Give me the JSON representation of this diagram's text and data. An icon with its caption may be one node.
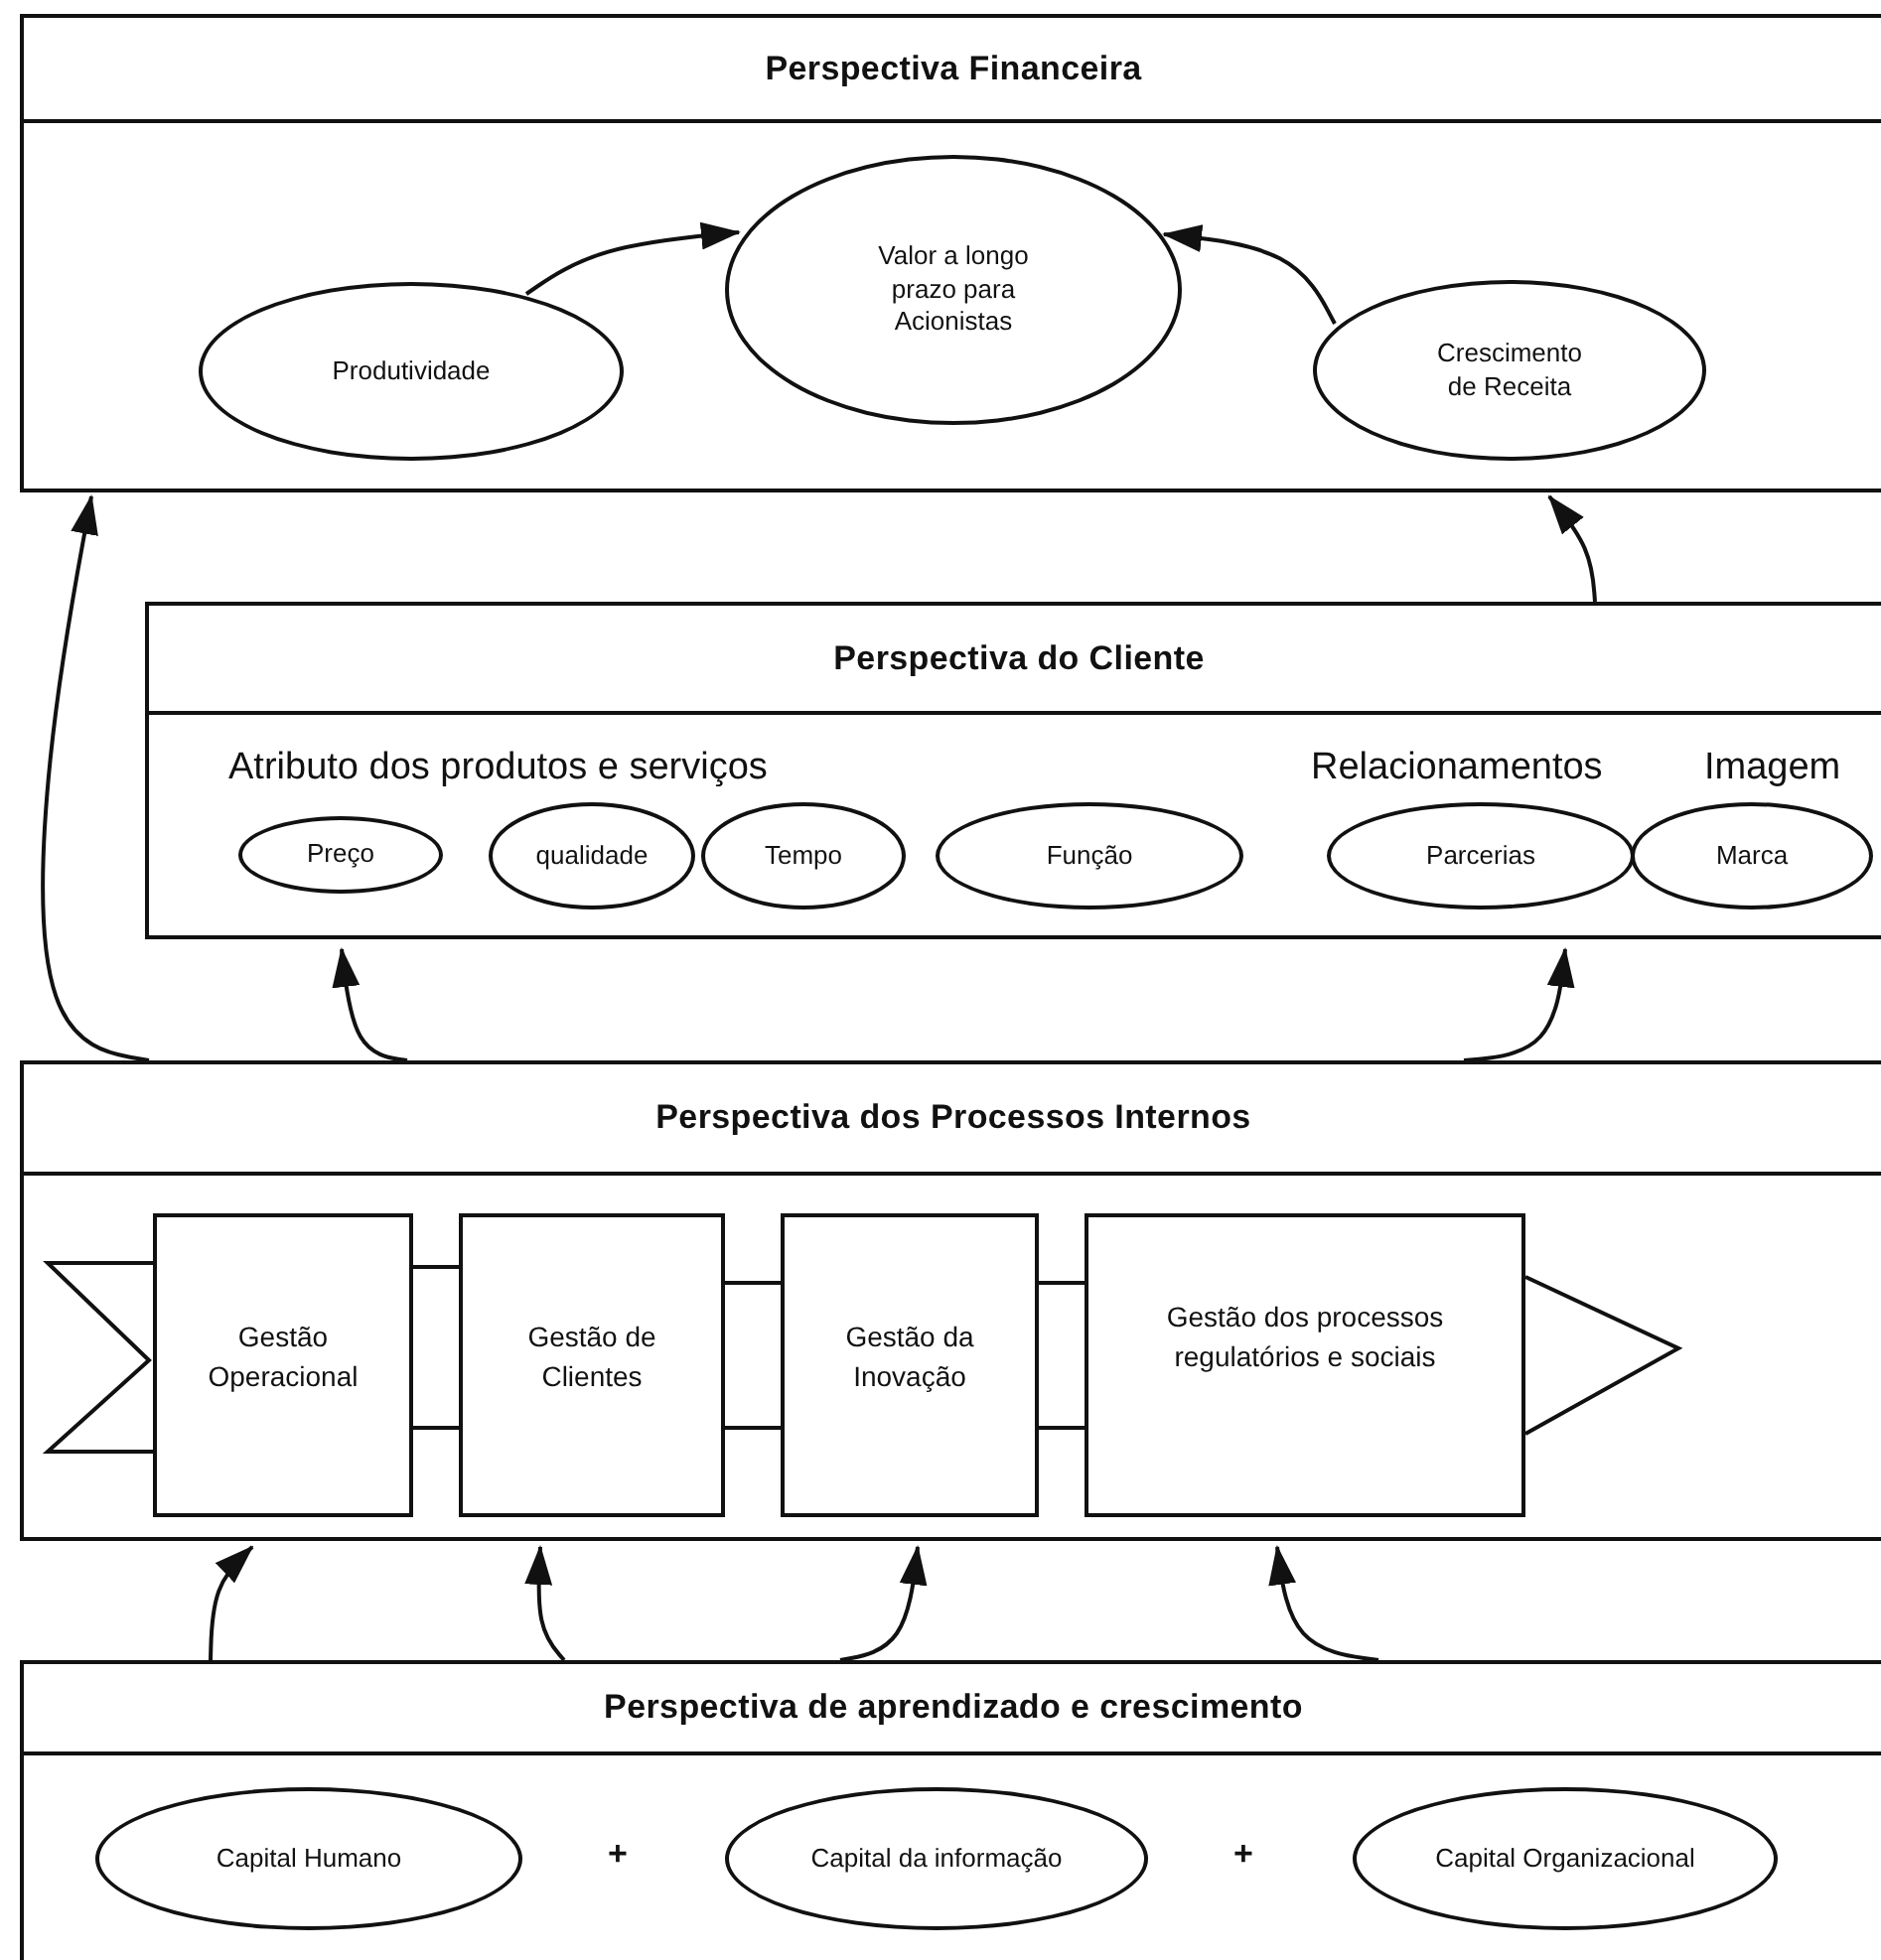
{
  "diagram": {
    "nodes": [
      {
        "text": [
          "Perspectiva Financeira"
        ]
      },
      {
        "text": [
          "Produtividade"
        ],
        "in": 0
      },
      {
        "text": [
          "Valor a longo prazo para Acionistas"
        ],
        "in": 0
      },
      {
        "text": [
          "Crescimento de Receita"
        ],
        "in": 0
      },
      {
        "text": [
          "Perspectiva do Cliente"
        ]
      },
      {
        "text": [
          "Preço"
        ],
        "in": 4
      },
      {
        "text": [
          "qualidade"
        ],
        "in": 4
      },
      {
        "text": [
          "Tempo"
        ],
        "in": 4
      },
      {
        "text": [
          "Função"
        ],
        "in": 4
      },
      {
        "text": [
          "Parcerias"
        ],
        "in": 4
      },
      {
        "text": [
          "Marca"
        ],
        "in": 4
      },
      {
        "text": [
          "Perspectiva dos Processos Internos"
        ]
      },
      {
        "text": [
          "Gestão Operacional"
        ],
        "in": 11
      },
      {
        "text": [
          "Gestão de Clientes"
        ],
        "in": 11
      },
      {
        "text": [
          "Gestão da Inovação"
        ],
        "in": 11
      },
      {
        "text": [
          "Gestão dos processos regulatórios e sociais"
        ],
        "in": 11
      },
      {
        "text": [
          "Perspectiva de aprendizado e crescimento"
        ]
      },
      {
        "text": [
          "Capital Humano"
        ],
        "in": 16
      },
      {
        "text": [
          "Capital da informação"
        ],
        "in": 16
      },
      {
        "text": [
          "Capital Organizacional"
        ],
        "in": 16
      }
    ],
    "edges": [
      {
        "from": 1,
        "to": 2,
        "arrow": "to"
      },
      {
        "from": 3,
        "to": 2,
        "arrow": "to"
      },
      {
        "from": 11,
        "to": 0,
        "arrow": "to"
      },
      {
        "from": 4,
        "to": 0,
        "arrow": "to"
      },
      {
        "from": 11,
        "to": 4,
        "arrow": "to"
      },
      {
        "from": 11,
        "to": 4,
        "arrow": "to"
      },
      {
        "from": 12,
        "to": 13,
        "arrow": "none"
      },
      {
        "from": 12,
        "to": 13,
        "arrow": "none"
      },
      {
        "from": 13,
        "to": 14,
        "arrow": "none"
      },
      {
        "from": 13,
        "to": 14,
        "arrow": "none"
      },
      {
        "from": 14,
        "to": 15,
        "arrow": "none"
      },
      {
        "from": 14,
        "to": 15,
        "arrow": "none"
      },
      {
        "from": 16,
        "to": 11,
        "arrow": "to"
      },
      {
        "from": 16,
        "to": 11,
        "arrow": "to"
      },
      {
        "from": 16,
        "to": 11,
        "arrow": "to"
      },
      {
        "from": 16,
        "to": 11,
        "arrow": "to"
      }
    ],
    "labels": [
      "Atributo dos produtos e serviços",
      "Relacionamentos",
      "Imagem",
      "+",
      "+"
    ]
  }
}
